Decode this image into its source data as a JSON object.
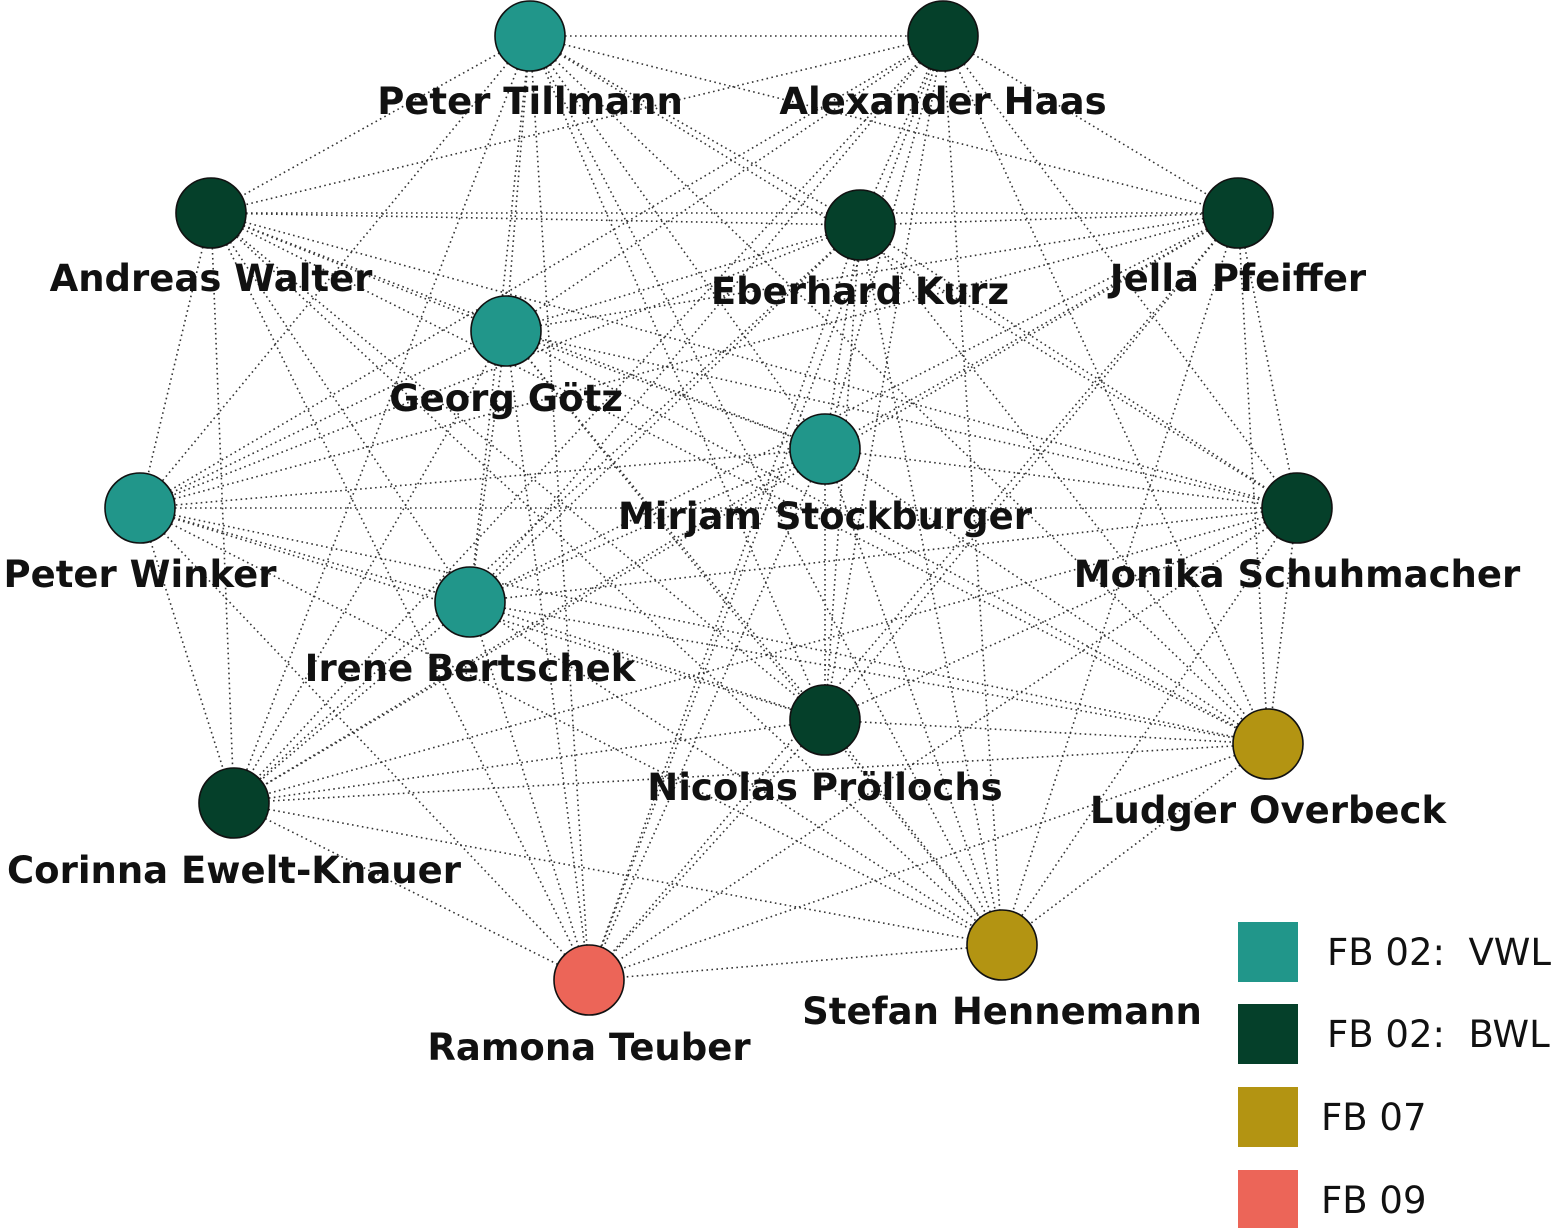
{
  "groups": [
    {
      "id": "vwl",
      "label": "FB 02:  VWL",
      "color": "#21968A"
    },
    {
      "id": "bwl",
      "label": "FB 02:  BWL",
      "color": "#05402A"
    },
    {
      "id": "fb07",
      "label": "FB 07",
      "color": "#B39412"
    },
    {
      "id": "fb09",
      "label": "FB 09",
      "color": "#EC6558"
    }
  ],
  "nodes": [
    {
      "id": "tillmann",
      "name": "Peter Tillmann",
      "group": "vwl"
    },
    {
      "id": "haas",
      "name": "Alexander Haas",
      "group": "bwl"
    },
    {
      "id": "walter",
      "name": "Andreas Walter",
      "group": "bwl"
    },
    {
      "id": "kurz",
      "name": "Eberhard Kurz",
      "group": "bwl"
    },
    {
      "id": "pfeiffer",
      "name": "Jella Pfeiffer",
      "group": "bwl"
    },
    {
      "id": "goetz",
      "name": "Georg Götz",
      "group": "vwl"
    },
    {
      "id": "stockburger",
      "name": "Mirjam Stockburger",
      "group": "vwl"
    },
    {
      "id": "winker",
      "name": "Peter Winker",
      "group": "vwl"
    },
    {
      "id": "schuhmacher",
      "name": "Monika Schuhmacher",
      "group": "bwl"
    },
    {
      "id": "bertschek",
      "name": "Irene Bertschek",
      "group": "vwl"
    },
    {
      "id": "proellochs",
      "name": "Nicolas Pröllochs",
      "group": "bwl"
    },
    {
      "id": "overbeck",
      "name": "Ludger Overbeck",
      "group": "fb07"
    },
    {
      "id": "ewelt",
      "name": "Corinna Ewelt-Knauer",
      "group": "bwl"
    },
    {
      "id": "hennemann",
      "name": "Stefan Hennemann",
      "group": "fb07"
    },
    {
      "id": "teuber",
      "name": "Ramona Teuber",
      "group": "fb09"
    }
  ],
  "edges": "complete"
}
